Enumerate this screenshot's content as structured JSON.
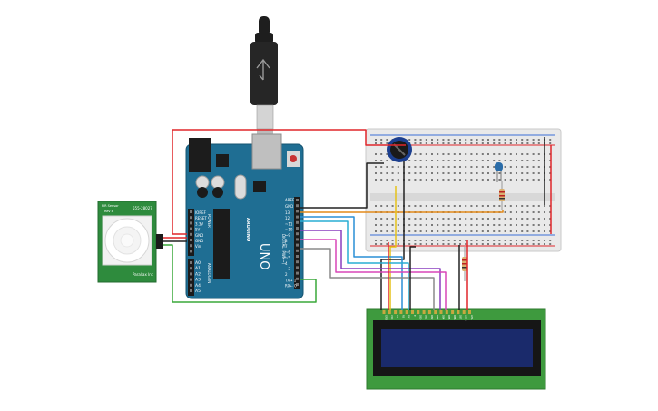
{
  "arduino": {
    "board_name": "UNO",
    "brand": "ARDUINO",
    "digital_label": "DIGITAL (PWM~)",
    "analog_label": "ANALOG IN",
    "power_label": "POWER",
    "aref": "AREF",
    "gnd": "GND",
    "digital_pins": [
      "13",
      "12",
      "~11",
      "~10",
      "~9",
      "8",
      "7",
      "~6",
      "~5",
      "4",
      "~3",
      "2",
      "TX→ 1",
      "RX← 0"
    ],
    "power_pins": [
      "IOREF",
      "RESET",
      "3.3V",
      "5V",
      "GND",
      "GND",
      "Vin"
    ],
    "analog_pins": [
      "A0",
      "A1",
      "A2",
      "A3",
      "A4",
      "A5"
    ]
  },
  "pir": {
    "top_left": "PIR Sensor",
    "top_left2": "Rev 8",
    "top_right": "555-28027",
    "bottom_right": "Parallax Inc"
  },
  "lcd": {
    "pin_labels": [
      "GND",
      "VCC",
      "V0",
      "RS",
      "RW",
      "E",
      "DB0",
      "DB1",
      "DB2",
      "DB3",
      "DB4",
      "DB5",
      "DB6",
      "DB7",
      "LED+",
      "LED-"
    ]
  },
  "colors": {
    "arduino_board": "#1f6e93",
    "pir_board": "#2e8b3d",
    "lcd_board": "#3e9a3e",
    "lcd_screen": "#1a2a6b",
    "wire_red": "#e0262a",
    "wire_black": "#222222",
    "wire_green": "#3aa83a",
    "wire_orange": "#e38a1a",
    "wire_yellow": "#e6c21a",
    "wire_blue": "#2a8fd6",
    "wire_purple": "#8a3fbf",
    "wire_pink": "#d946b8",
    "wire_grey": "#8a8a8a"
  }
}
